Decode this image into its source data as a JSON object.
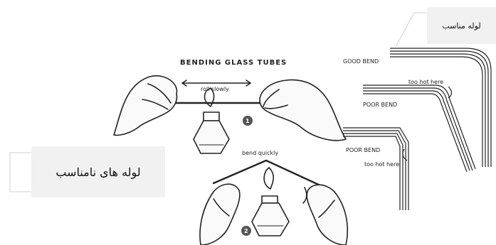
{
  "labels": {
    "good": "لوله مناسب",
    "bad": "لوله های نامناسب"
  },
  "figure": {
    "title": "BENDING GLASS TUBES",
    "roll": "roll slowly",
    "bend": "bend quickly",
    "step1": "1",
    "step2": "2",
    "good_bend": "GOOD BEND",
    "poor_bend_1": "POOR BEND",
    "poor_bend_2": "POOR BEND",
    "too_hot_1": "too hot here",
    "too_hot_2": "too hot here"
  },
  "colors": {
    "ink": "#222222",
    "panel_bg": "#f1f1f1",
    "callout_line": "#d0d0d0"
  }
}
